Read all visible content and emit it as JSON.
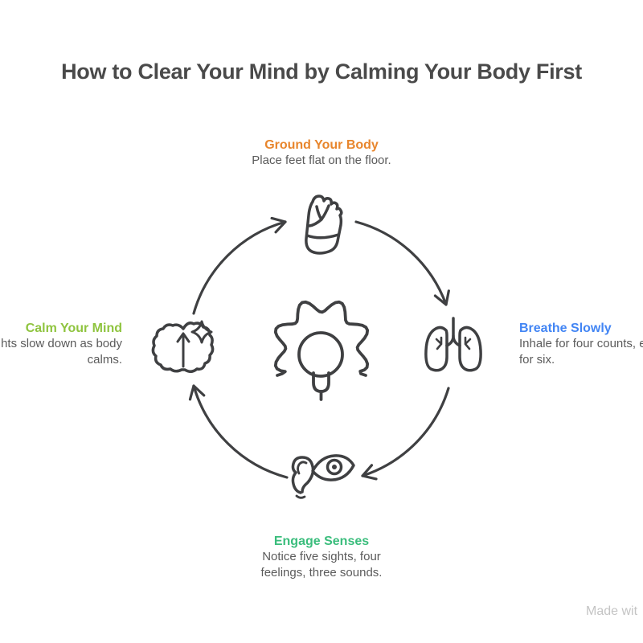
{
  "title": "How to Clear Your Mind by Calming Your Body First",
  "steps": {
    "top": {
      "heading": "Ground Your Body",
      "color": "#e8862d",
      "lines": [
        "Place feet flat on the floor."
      ],
      "icon": "foot-icon"
    },
    "right": {
      "heading": "Breathe Slowly",
      "color": "#4285f4",
      "lines": [
        "Inhale for four counts, e",
        "for six."
      ],
      "icon": "lungs-icon"
    },
    "bottom": {
      "heading": "Engage Senses",
      "color": "#3abd7c",
      "lines": [
        "Notice five sights, four",
        "feelings, three sounds."
      ],
      "icon": "eye-ear-icon"
    },
    "left": {
      "heading": "Calm Your Mind",
      "color": "#8fc43f",
      "lines": [
        "hts slow down as body",
        "calms."
      ],
      "icon": "brain-sparkle-icon"
    }
  },
  "center_icon": "gear-lightbulb-icon",
  "cycle_direction": "clockwise",
  "watermark": "Made wit",
  "colors": {
    "title": "#4a4a4a",
    "body_text": "#5b5b5b",
    "stroke": "#3f4042",
    "watermark": "#c4c4c4",
    "background": "#ffffff"
  }
}
